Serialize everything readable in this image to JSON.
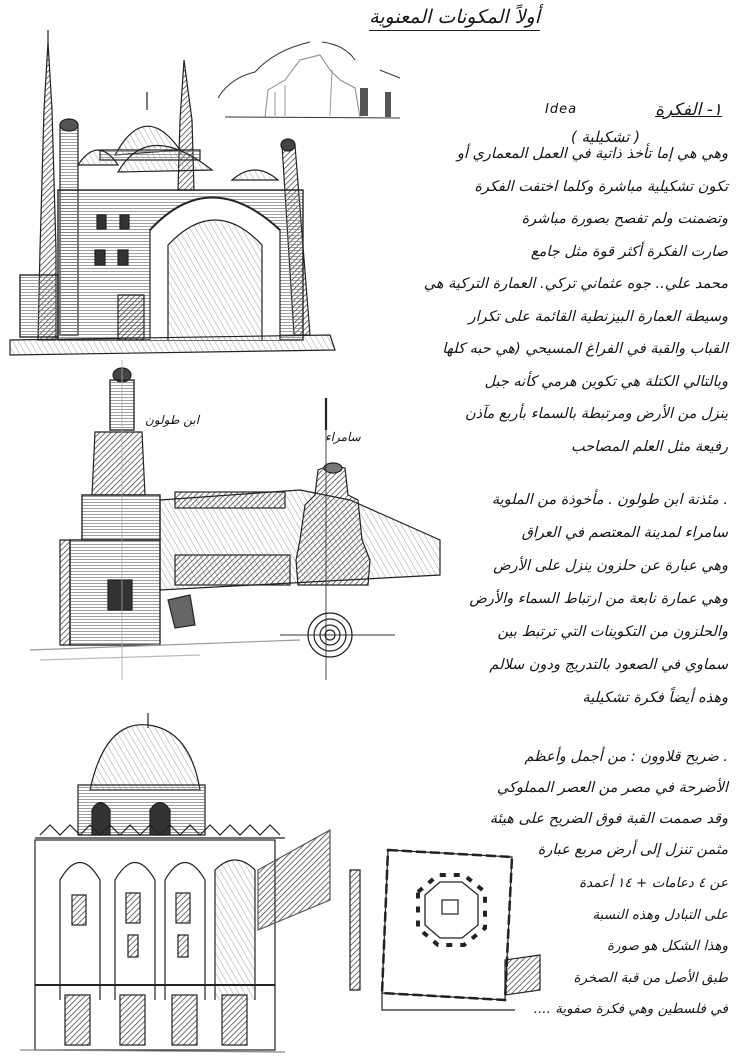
{
  "page": {
    "title": "أولاً المكونات المعنوية",
    "section_heading": "١- الفكرة",
    "section_heading_en": "Idea",
    "section_sub": "( تشكيلية )",
    "paragraph_1": [
      "وهي هي إما تأخذ ذاتية في العمل المعماري أو",
      "تكون تشكيلية مباشرة وكلما اختفت الفكرة",
      "وتضمنت ولم تفصح بصورة مباشرة",
      "صارت الفكرة أكثر قوة مثل جامع",
      "محمد علي.. جوه عثماني تركي. العمارة التركية هي",
      "وسيطة العمارة البيزنطية القائمة على تكرار",
      "القباب والقبة في الفراغ المسيحي (هي حبه كلها",
      "وبالتالي الكتلة هي تكوين هرمي كأنه جبل",
      "ينزل من الأرض ومرتبطة بالسماء بأربع مآذن",
      "رفيعة مثل العلم المصاحب"
    ],
    "paragraph_2": [
      ". مئذنة ابن طولون . مأخوذة من الملوية",
      "سامراء لمدينة المعتصم في العراق",
      "وهي عبارة عن حلزون ينزل على الأرض",
      "وهي عمارة نابعة من ارتباط السماء والأرض",
      "والحلزون من التكوينات التي ترتبط بين",
      "سماوي في الصعود بالتدريج ودون سلالم",
      "وهذه أيضاً فكرة تشكيلية"
    ],
    "paragraph_3": [
      ". ضريح قلاوون : من أجمل وأعظم",
      "الأضرحة في مصر من العصر المملوكي",
      "وقد صممت القبة فوق الضريح على هيئة",
      "مثمن تنزل إلى أرض مربع عبارة"
    ],
    "paragraph_4": [
      "عن ٤ دعامات + ١٤ أعمدة",
      "على التبادل وهذه النسبة",
      "وهذا الشكل هو صورة",
      "طبق الأصل من قبة الصخرة",
      "في فلسطين وهي فكرة صفوية ...."
    ],
    "sketch_labels": {
      "ibn_tulun": "ابن طولون",
      "samarra": "سامراء"
    },
    "sketches": [
      "muhammad-ali-mosque-sketch",
      "mountain-massing-sketch",
      "ibn-tulun-minaret-sketch",
      "samarra-spiral-plan",
      "qalawun-mausoleum-elevation",
      "qalawun-octagon-plan"
    ],
    "ink_color": "#151515",
    "paper_color": "#ffffff"
  }
}
